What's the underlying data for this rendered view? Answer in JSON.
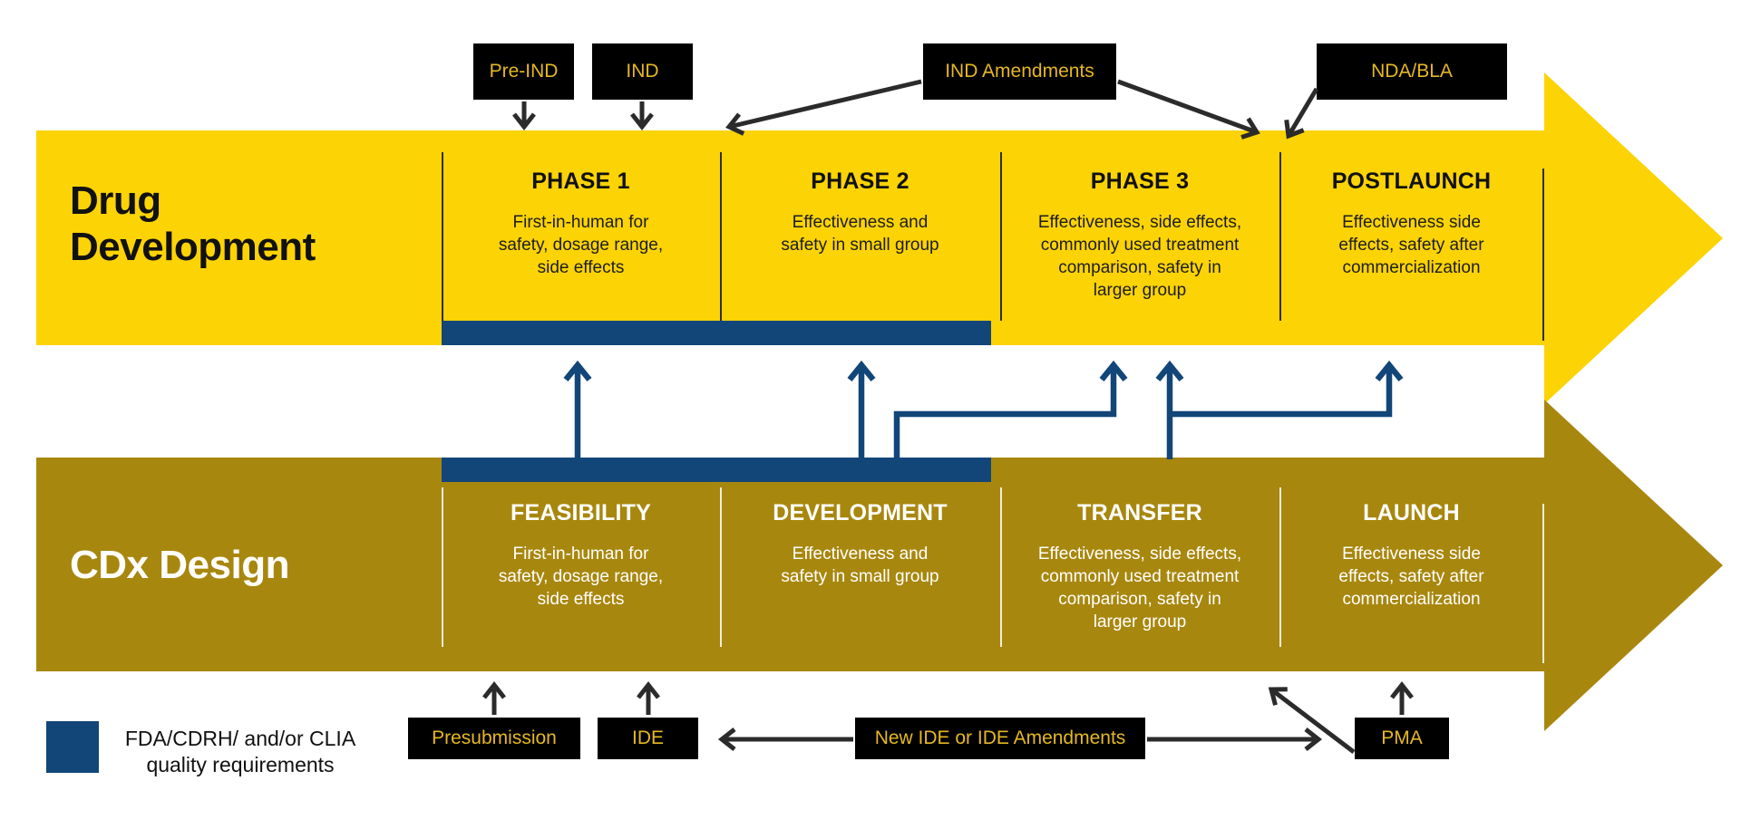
{
  "colors": {
    "yellow": "#FCD305",
    "gold": "#A8870E",
    "navy": "#124679",
    "box_background": "#000000",
    "box_label_text": "#E6B822",
    "dark_arrow": "#2B2B2B"
  },
  "drug_track": {
    "title": "Drug\nDevelopment",
    "phases": [
      {
        "title": "PHASE 1",
        "description": "First-in-human for\nsafety, dosage range,\nside effects"
      },
      {
        "title": "PHASE 2",
        "description": "Effectiveness and\nsafety in small group"
      },
      {
        "title": "PHASE 3",
        "description": "Effectiveness, side effects,\ncommonly used treatment\ncomparison, safety in\nlarger group"
      },
      {
        "title": "POSTLAUNCH",
        "description": "Effectiveness side\neffects, safety after\ncommercialization"
      }
    ]
  },
  "cdx_track": {
    "title": "CDx Design",
    "phases": [
      {
        "title": "FEASIBILITY",
        "description": "First-in-human for\nsafety, dosage range,\nside effects"
      },
      {
        "title": "DEVELOPMENT",
        "description": "Effectiveness and\nsafety in small group"
      },
      {
        "title": "TRANSFER",
        "description": "Effectiveness, side effects,\ncommonly used treatment\ncomparison, safety in\nlarger group"
      },
      {
        "title": "LAUNCH",
        "description": "Effectiveness side\neffects, safety after\ncommercialization"
      }
    ]
  },
  "milestones_top": [
    {
      "label": "Pre-IND"
    },
    {
      "label": "IND"
    },
    {
      "label": "IND Amendments"
    },
    {
      "label": "NDA/BLA"
    }
  ],
  "milestones_bottom": [
    {
      "label": "Presubmission"
    },
    {
      "label": "IDE"
    },
    {
      "label": "New IDE or IDE Amendments"
    },
    {
      "label": "PMA"
    }
  ],
  "legend": {
    "label": "FDA/CDRH/ and/or CLIA\nquality requirements"
  }
}
